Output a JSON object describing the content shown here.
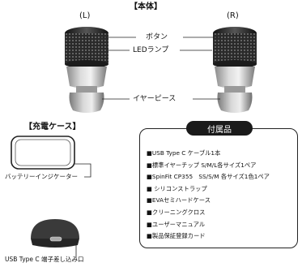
{
  "main_unit": {
    "section_title": "【本体】",
    "left_label": "(L)",
    "right_label": "(R)",
    "callout_button": "ボタン",
    "callout_led": "LEDランプ",
    "callout_eartip": "イヤーピース"
  },
  "charging_case": {
    "section_title": "【充電ケース】",
    "callout_indicator": "バッテリーインジケーター",
    "callout_port": "USB Type C 端子差し込み口"
  },
  "accessories": {
    "title": "付属品",
    "items": [
      "■USB Type C ケーブル1本",
      "■標準イヤーチップ S/M/L各サイズ1ペア",
      "■SpinFit CP355　SS/S/M 各サイズ1色1ペア",
      "■ シリコンストラップ",
      "■EVAセミハードケース",
      "■クリーニングクロス",
      "■ユーザーマニュアル",
      "■製品保証登録カード"
    ]
  }
}
